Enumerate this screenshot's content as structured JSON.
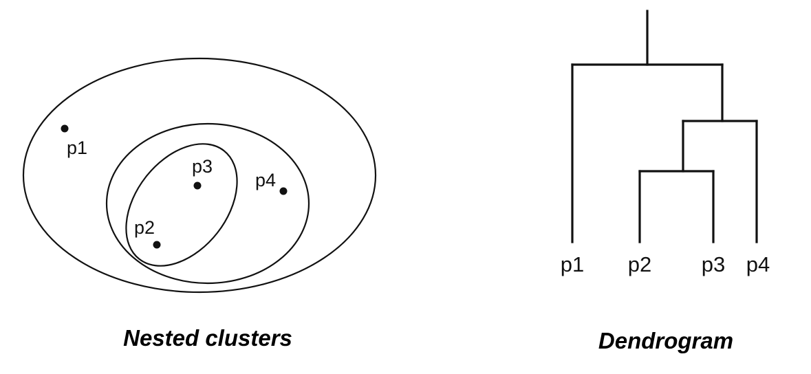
{
  "nested_clusters": {
    "caption": "Nested clusters",
    "points": [
      {
        "id": "p1",
        "label": "p1"
      },
      {
        "id": "p2",
        "label": "p2"
      },
      {
        "id": "p3",
        "label": "p3"
      },
      {
        "id": "p4",
        "label": "p4"
      }
    ],
    "clusters": [
      {
        "members": [
          "p2",
          "p3"
        ]
      },
      {
        "members": [
          "p2",
          "p3",
          "p4"
        ]
      },
      {
        "members": [
          "p1",
          "p2",
          "p3",
          "p4"
        ]
      }
    ]
  },
  "dendrogram": {
    "caption": "Dendrogram",
    "leaves": [
      "p1",
      "p2",
      "p3",
      "p4"
    ],
    "merges": [
      {
        "left": "p2",
        "right": "p3"
      },
      {
        "left": "p2-p3",
        "right": "p4"
      },
      {
        "left": "p1",
        "right": "p2-p3-p4"
      }
    ]
  }
}
